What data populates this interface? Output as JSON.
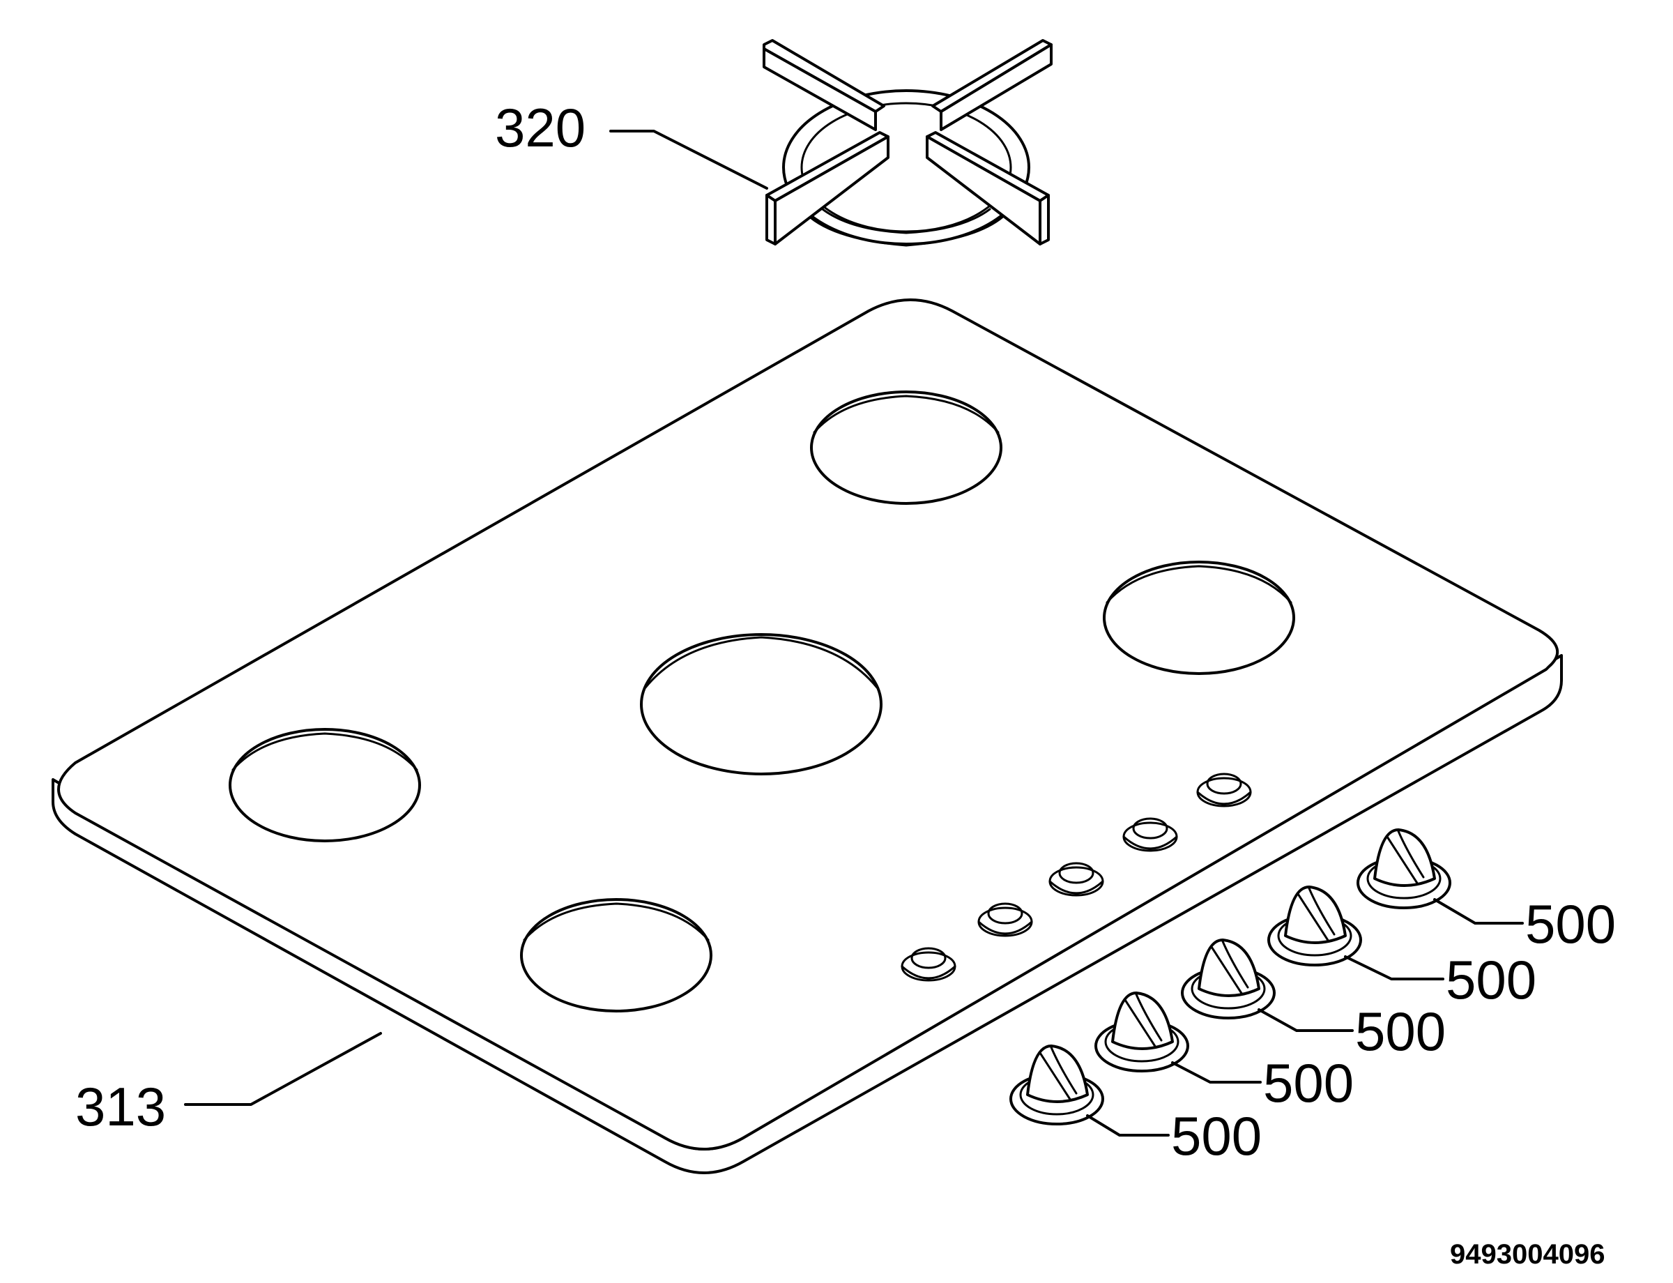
{
  "labels": {
    "pan_support": "320",
    "hob_top": "313",
    "knobs": [
      "500",
      "500",
      "500",
      "500",
      "500"
    ]
  },
  "document_number": "9493004096"
}
